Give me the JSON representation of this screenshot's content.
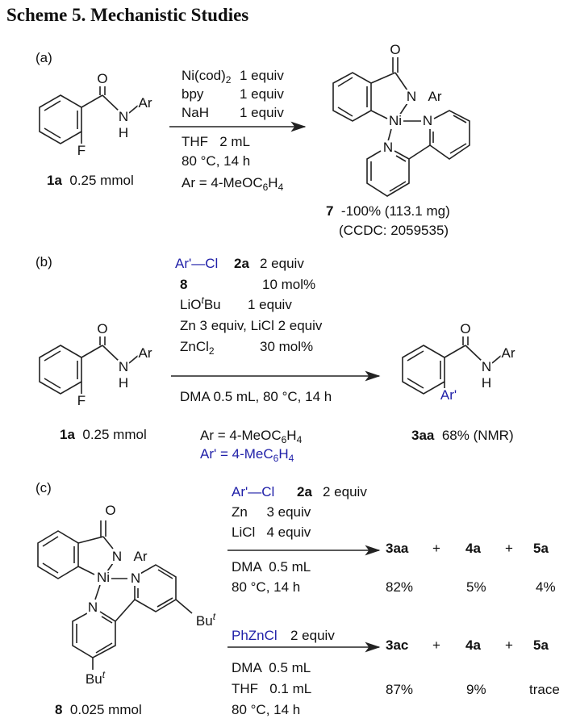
{
  "title": "Scheme 5. Mechanistic Studies",
  "atoms": {
    "O": "O",
    "N": "N",
    "H": "H",
    "Ar": "Ar",
    "F": "F",
    "Ni": "Ni",
    "Bu": "Bu",
    "t": "t",
    "ArPrime": "Ar'"
  },
  "a": {
    "label": "(a)",
    "reactant": {
      "id": "1a",
      "amount": "0.25 mmol"
    },
    "above": [
      {
        "name": "Ni(cod)",
        "sub": "2",
        "amount": "1 equiv"
      },
      {
        "name": "bpy",
        "amount": "1 equiv"
      },
      {
        "name": "NaH",
        "amount": "1 equiv"
      }
    ],
    "below": [
      "THF   2 mL",
      "80 °C, 14 h"
    ],
    "ar_def": {
      "pre": "Ar = 4-MeOC",
      "sub1": "6",
      "mid": "H",
      "sub2": "4"
    },
    "product": {
      "id": "7",
      "yield": "-100% (113.1 mg)",
      "ccdc": "(CCDC: 2059535)"
    }
  },
  "b": {
    "label": "(b)",
    "reactant": {
      "id": "1a",
      "amount": "0.25 mmol"
    },
    "reagents": {
      "arcl": "Ar'—Cl",
      "arcl_id": "2a",
      "arcl_amount": "2 equiv",
      "cat_id": "8",
      "cat_amount": "10 mol%",
      "base_pre": "LiO",
      "base_sup": "t",
      "base_post": "Bu",
      "base_amount": "1 equiv",
      "zn": "Zn 3 equiv, LiCl  2 equiv",
      "zncl": "ZnCl",
      "zncl_sub": "2",
      "zncl_amount": "30 mol%"
    },
    "below": "DMA  0.5 mL, 80 °C, 14 h",
    "ar_def": {
      "pre": "Ar = 4-MeOC",
      "sub1": "6",
      "mid": "H",
      "sub2": "4"
    },
    "arp_def": {
      "pre": "Ar' = 4-MeC",
      "sub1": "6",
      "mid": "H",
      "sub2": "4"
    },
    "product": {
      "id": "3aa",
      "yield": "68% (NMR)"
    }
  },
  "c": {
    "label": "(c)",
    "catalyst": {
      "id": "8",
      "amount": "0.025 mmol"
    },
    "row1": {
      "above": [
        {
          "text": "Ar'—Cl",
          "blue": true,
          "extra_id": "2a",
          "extra": "2 equiv"
        },
        {
          "text": "Zn     3 equiv"
        },
        {
          "text": "LiCl   4 equiv"
        }
      ],
      "below": [
        "DMA  0.5 mL",
        "80 °C, 14 h"
      ],
      "products": [
        "3aa",
        "4a",
        "5a"
      ],
      "yields": [
        "82%",
        "5%",
        "4%"
      ]
    },
    "row2": {
      "above": "PhZnCl",
      "above_amount": "2 equiv",
      "below": [
        "DMA  0.5 mL",
        "THF   0.1 mL",
        "80 °C, 14 h"
      ],
      "products": [
        "3ac",
        "4a",
        "5a"
      ],
      "yields": [
        "87%",
        "9%",
        "trace"
      ]
    },
    "plus": "+"
  },
  "colors": {
    "blue": "#1f1fa8",
    "text": "#111111"
  }
}
